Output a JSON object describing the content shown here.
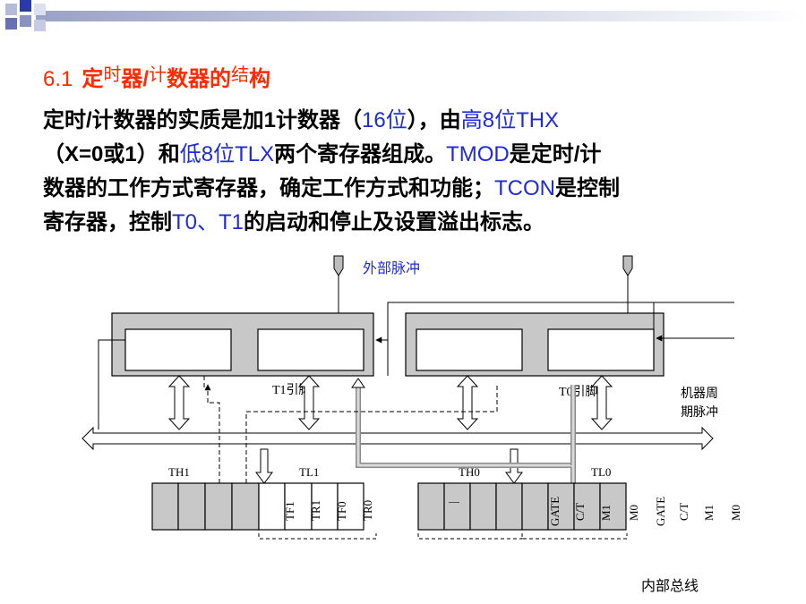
{
  "title": {
    "number": "6.1",
    "part1": "定",
    "part2": "时",
    "part3": "器/",
    "part4": "计",
    "part5": "数器的",
    "part6": "结",
    "part7": "构"
  },
  "paragraph": {
    "l1_a": "定时/计数器的实质是加1计数器（",
    "l1_b": "16位",
    "l1_c": "），由",
    "l1_d": "高8位THX",
    "l2_a": "（X=0或1）和",
    "l2_b": "低8位TLX",
    "l2_c": "两个寄存器组成。",
    "l2_d": "TMOD",
    "l2_e": "是定时/计",
    "l3_a": "数器的工作方式寄存器，确定工作方式和功能；",
    "l3_b": "TCON",
    "l3_c": "是控制",
    "l4_a": "寄存器，控制",
    "l4_b": "T0、T1",
    "l4_c": "的启动和停止及设置溢出标志。"
  },
  "diagram": {
    "ext_pulse": "外部脉冲",
    "t1_pin": "T1引脚",
    "t0_pin": "T0引脚",
    "machine_1": "机器周",
    "machine_2": "期脉冲",
    "th1": "TH1",
    "tl1": "TL1",
    "th0": "TH0",
    "tl0": "TL0",
    "tcon_bits": [
      "TF1",
      "TR1",
      "TF0",
      "TR0"
    ],
    "tmod_bits": [
      "GATE",
      "C/T",
      "M1",
      "M0",
      "GATE",
      "C/T",
      "M1",
      "M0"
    ],
    "internal_bus": "内部总线",
    "dash_mark": "—"
  }
}
